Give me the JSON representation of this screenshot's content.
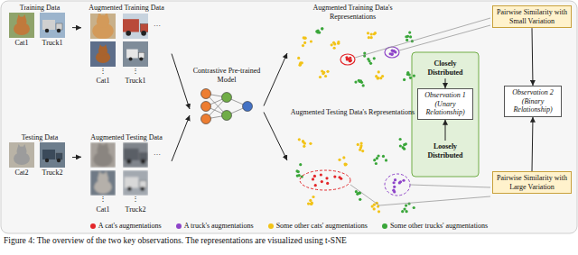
{
  "diagram": {
    "caption": "Figure 4: The overview of the two key observations. The representations are visualized using t-SNE",
    "nodes": [
      {
        "text": [
          "Training Data"
        ]
      },
      {
        "text": [
          "Augmented Training Data"
        ]
      },
      {
        "text": [
          "Testing Data"
        ]
      },
      {
        "text": [
          "Augmented Testing Data"
        ]
      },
      {
        "text": [
          "Contrastive Pre-trained Model"
        ]
      },
      {
        "text": [
          "Augmented Training Data's Representations"
        ]
      },
      {
        "text": [
          "Augmented Testing Data's Representations"
        ]
      },
      {
        "text": [
          "Closely Distributed"
        ]
      },
      {
        "text": [
          "Observation 1 (Unary Relationship)"
        ]
      },
      {
        "text": [
          "Loosely Distributed"
        ]
      },
      {
        "text": [
          "Pairwise Similarity with Small Variation"
        ]
      },
      {
        "text": [
          "Observation 2 (Binary Relationship)"
        ]
      },
      {
        "text": [
          "Pairwise Similarity with Large Variation"
        ]
      }
    ],
    "edges": [
      {
        "from": 0,
        "to": 1,
        "arrow": "to"
      },
      {
        "from": 2,
        "to": 3,
        "arrow": "to"
      },
      {
        "from": 1,
        "to": 4,
        "arrow": "to"
      },
      {
        "from": 3,
        "to": 4,
        "arrow": "to"
      },
      {
        "from": 4,
        "to": 5,
        "arrow": "to"
      },
      {
        "from": 4,
        "to": 6,
        "arrow": "to"
      },
      {
        "from": 7,
        "to": 8,
        "arrow": "to"
      },
      {
        "from": 9,
        "to": 8,
        "arrow": "to"
      },
      {
        "from": 10,
        "to": 11,
        "arrow": "to"
      },
      {
        "from": 12,
        "to": 11,
        "arrow": "to"
      }
    ],
    "labels": [
      "Cat1",
      "Truck1",
      "⋮",
      "Cat1",
      "⋮",
      "Truck1",
      "…",
      "Cat2",
      "Truck2",
      "⋮",
      "Cat1",
      "⋮",
      "Truck2",
      "…"
    ],
    "legend": [
      {
        "text": "A cat's augmentations",
        "color": "#e3262a"
      },
      {
        "text": "A truck's augmentations",
        "color": "#8e44c9"
      },
      {
        "text": "Some other cats' augmentations",
        "color": "#f2c318"
      },
      {
        "text": "Some other trucks' augmentations",
        "color": "#3aa63a"
      }
    ]
  }
}
